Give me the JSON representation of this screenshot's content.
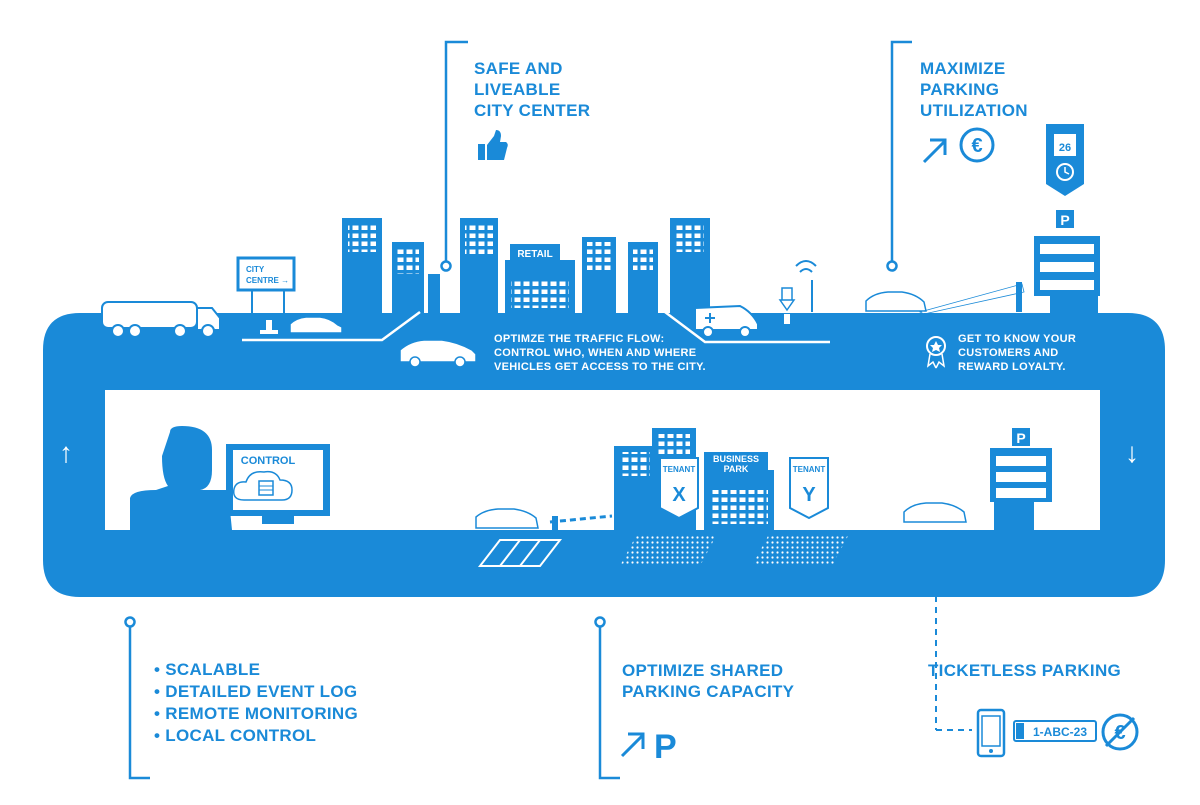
{
  "colors": {
    "brand": "#1a8ad8",
    "white": "#ffffff"
  },
  "callouts": {
    "safe_city": {
      "lines": [
        "SAFE AND",
        "LIVEABLE",
        "CITY CENTER"
      ],
      "icon": "thumbs-up-icon"
    },
    "maximize_parking": {
      "lines": [
        "MAXIMIZE",
        "PARKING",
        "UTILIZATION"
      ],
      "icons": [
        "arrow-up-right-icon",
        "euro-circle-icon"
      ]
    },
    "traffic_flow": {
      "lines": [
        "OPTIMZE THE TRAFFIC FLOW:",
        "CONTROL WHO, WHEN AND WHERE",
        "VEHICLES GET ACCESS TO THE CITY."
      ]
    },
    "loyalty": {
      "lines": [
        "GET TO KNOW YOUR",
        "CUSTOMERS AND",
        "REWARD LOYALTY."
      ],
      "icon": "award-badge-icon"
    },
    "features": {
      "items": [
        "SCALABLE",
        "DETAILED EVENT LOG",
        "REMOTE MONITORING",
        "LOCAL CONTROL"
      ],
      "bullet": "•"
    },
    "shared_parking": {
      "lines": [
        "OPTIMIZE SHARED",
        "PARKING CAPACITY"
      ],
      "icons": [
        "arrow-up-right-icon",
        "parking-p-icon"
      ],
      "p_glyph": "P"
    },
    "ticketless": {
      "title": "TICKETLESS PARKING",
      "plate": "1-ABC-23",
      "icons": [
        "phone-icon",
        "license-plate-icon",
        "no-euro-icon"
      ]
    }
  },
  "scene": {
    "city_centre_sign": [
      "CITY",
      "CENTRE →"
    ],
    "retail_sign": "RETAIL",
    "calendar_day": "26",
    "parking_sign_top": "P",
    "parking_sign_right": "P",
    "control_label": "CONTROL",
    "tenant_x": {
      "label": "TENANT",
      "letter": "X"
    },
    "tenant_y": {
      "label": "TENANT",
      "letter": "Y"
    },
    "business_park": [
      "BUSINESS",
      "PARK"
    ],
    "arrow_up": "↑",
    "arrow_down": "↓"
  }
}
